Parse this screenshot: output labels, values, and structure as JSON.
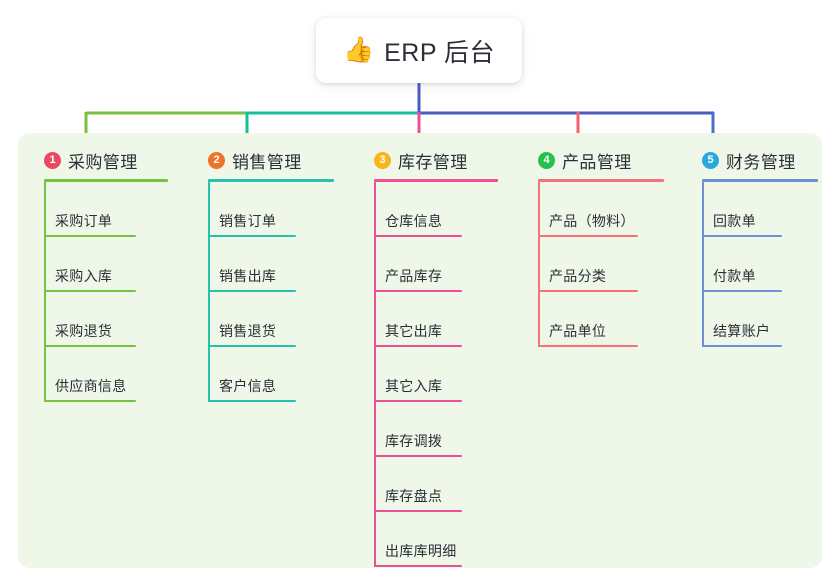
{
  "root": {
    "icon": "thumbs-up-icon",
    "icon_glyph": "👍",
    "title": "ERP 后台"
  },
  "theme": {
    "canvas_background": "#ffffff",
    "panel_background": "#eff7e9",
    "root_background": "#ffffff",
    "root_stem_color": "#4a5bc4",
    "text_color": "#2b2f36"
  },
  "bus": {
    "segments": [
      {
        "name": "green-segment",
        "color": "#7ac143"
      },
      {
        "name": "teal-segment",
        "color": "#14bfa0"
      },
      {
        "name": "indigo-segment",
        "color": "#4a5bc4"
      }
    ]
  },
  "branches": [
    {
      "number": "1",
      "title": "采购管理",
      "badge_color": "#ea4a60",
      "line_color": "#7ac143",
      "drop_color": "#7ac143",
      "items": [
        "采购订单",
        "采购入库",
        "采购退货",
        "供应商信息"
      ]
    },
    {
      "number": "2",
      "title": "销售管理",
      "badge_color": "#f0732b",
      "line_color": "#27c2ac",
      "drop_color": "#14bfa0",
      "items": [
        "销售订单",
        "销售出库",
        "销售退货",
        "客户信息"
      ]
    },
    {
      "number": "3",
      "title": "库存管理",
      "badge_color": "#f5b61a",
      "line_color": "#ec4f96",
      "drop_color": "#ec4f96",
      "items": [
        "仓库信息",
        "产品库存",
        "其它出库",
        "其它入库",
        "库存调拨",
        "库存盘点",
        "出库库明细"
      ]
    },
    {
      "number": "4",
      "title": "产品管理",
      "badge_color": "#27c050",
      "line_color": "#f4737b",
      "drop_color": "#f4636c",
      "items": [
        "产品（物料）",
        "产品分类",
        "产品单位"
      ]
    },
    {
      "number": "5",
      "title": "财务管理",
      "badge_color": "#29a8e0",
      "line_color": "#6f8fd6",
      "drop_color": "#4a6fd0",
      "items": [
        "回款单",
        "付款单",
        "结算账户"
      ]
    }
  ]
}
